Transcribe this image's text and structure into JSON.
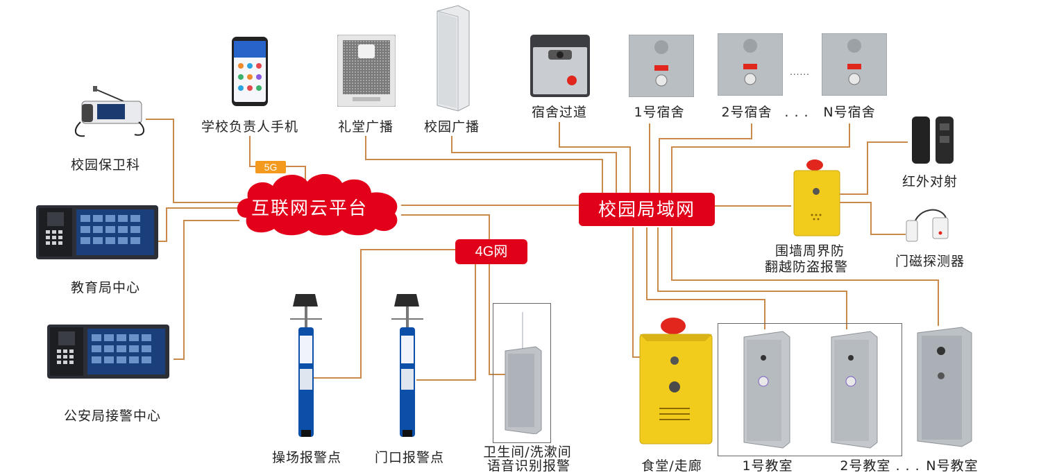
{
  "hubs": {
    "internet_cloud": "互联网云平台",
    "campus_lan": "校园局域网",
    "net_5g": "5G",
    "net_4g": "4G网"
  },
  "left_nodes": {
    "security_dept": "校园保卫科",
    "education_bureau": "教育局中心",
    "police_center": "公安局接警中心"
  },
  "top_nodes": {
    "principal_phone": "学校负责人手机",
    "auditorium_broadcast": "礼堂广播",
    "campus_broadcast": "校园广播",
    "dorm_corridor": "宿舍过道",
    "dorm_1": "1号宿舍",
    "dorm_2": "2号宿舍",
    "dorm_n": "N号宿舍",
    "dots_top": ". . .",
    "dots_small": "......"
  },
  "right_nodes": {
    "infrared": "红外对射",
    "perimeter_line1": "围墙周界防",
    "perimeter_line2": "翻越防盗报警",
    "door_sensor": "门磁探测器"
  },
  "bottom_nodes": {
    "playground": "操场报警点",
    "gate": "门口报警点",
    "restroom_line1": "卫生间/洗漱间",
    "restroom_line2": "语音识别报警",
    "canteen": "食堂/走廊",
    "classroom_1": "1号教室",
    "classroom_2": "2号教室 . . .",
    "classroom_n": "N号教室"
  },
  "colors": {
    "wire": "#c8894a",
    "accent_red": "#e0001a",
    "tag_orange": "#f39a1e",
    "panel_steel": "#b9bec3",
    "alarm_yellow": "#f2cc1c",
    "pole_blue": "#0b4fa8"
  }
}
